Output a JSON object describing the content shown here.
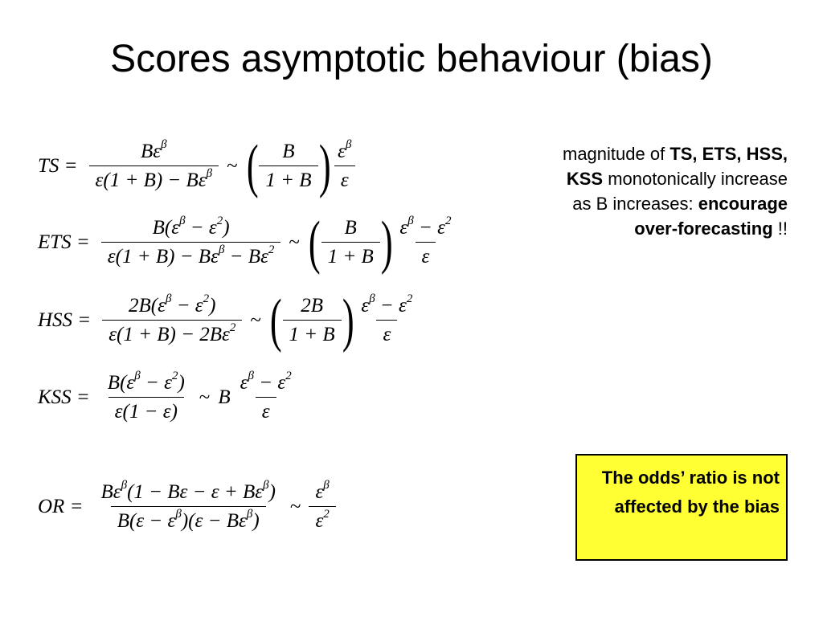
{
  "title": "Scores asymptotic behaviour (bias)",
  "equations": {
    "ts": {
      "lhs": "TS =",
      "n1": "Bε",
      "n1s": "β",
      "d1a": "ε(1 + B) − Bε",
      "d1s": "β",
      "op": "~",
      "n2": "B",
      "d2": "1 + B",
      "n3": "ε",
      "n3s": "β",
      "d3": "ε"
    },
    "ets": {
      "lhs": "ETS =",
      "n1a": "B(ε",
      "n1s1": "β",
      "n1b": " − ε",
      "n1s2": "2",
      "n1c": ")",
      "d1a": "ε(1 + B) − Bε",
      "d1s1": "β",
      "d1b": " − Bε",
      "d1s2": "2",
      "op": "~",
      "n2": "B",
      "d2": "1 + B",
      "n3a": "ε",
      "n3s1": "β",
      "n3b": " − ε",
      "n3s2": "2",
      "d3": "ε"
    },
    "hss": {
      "lhs": "HSS =",
      "n1a": "2B(ε",
      "n1s1": "β",
      "n1b": " − ε",
      "n1s2": "2",
      "n1c": ")",
      "d1a": "ε(1 + B) − 2Bε",
      "d1s": "2",
      "op": "~",
      "n2": "2B",
      "d2": "1 + B",
      "n3a": "ε",
      "n3s1": "β",
      "n3b": " − ε",
      "n3s2": "2",
      "d3": "ε"
    },
    "kss": {
      "lhs": "KSS =",
      "n1a": "B(ε",
      "n1s1": "β",
      "n1b": " − ε",
      "n1s2": "2",
      "n1c": ")",
      "d1": "ε(1 − ε)",
      "op": "~",
      "mid": "B",
      "n3a": "ε",
      "n3s1": "β",
      "n3b": " − ε",
      "n3s2": "2",
      "d3": "ε"
    },
    "or": {
      "lhs": "OR =",
      "n1a": "Bε",
      "n1s1": "β",
      "n1b": "(1 − Bε − ε + Bε",
      "n1s2": "β",
      "n1c": ")",
      "d1a": "B(ε − ε",
      "d1s1": "β",
      "d1b": ")(ε − Bε",
      "d1s2": "β",
      "d1c": ")",
      "op": "~",
      "n3": "ε",
      "n3s": "β",
      "d3": "ε",
      "d3s": "2"
    }
  },
  "side_note": {
    "p1": "magnitude of ",
    "b1": "TS, ETS, HSS, KSS",
    "p2": " monotonically increase as B increases: ",
    "b2": "encourage over-forecasting",
    "p3": " !!"
  },
  "callout": {
    "text": "The odds’ ratio is not affected by the bias",
    "background": "#ffff33"
  }
}
